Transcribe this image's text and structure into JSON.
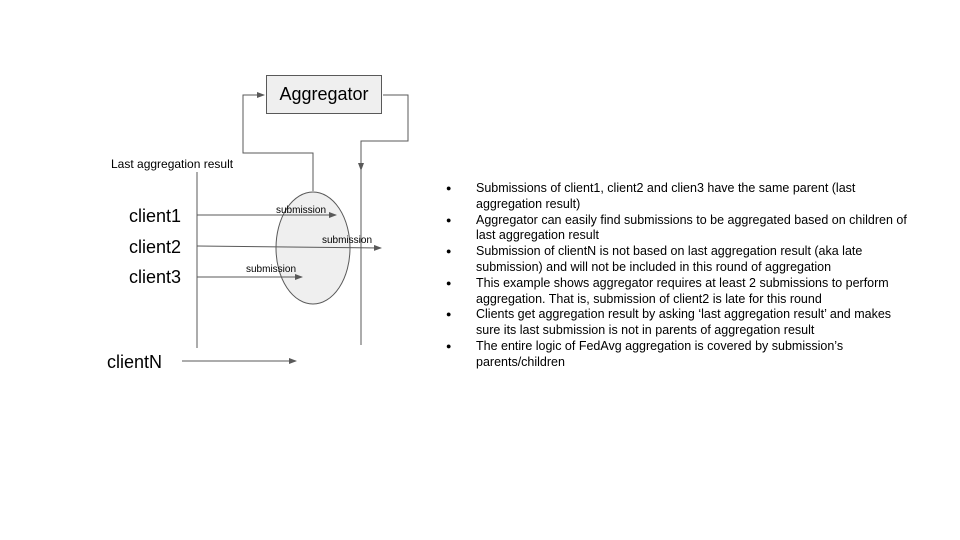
{
  "diagram": {
    "aggregator_label": "Aggregator",
    "last_aggregation_result_label": "Last aggregation result",
    "clients": [
      "client1",
      "client2",
      "client3",
      "clientN"
    ],
    "submission_labels": [
      "submission",
      "submission",
      "submission"
    ]
  },
  "notes": {
    "bullets": [
      "Submissions of client1, client2 and clien3 have the same parent (last aggregation result)",
      "Aggregator can easily find submissions to be aggregated based on children of last aggregation result",
      "Submission of clientN is not based on last aggregation result (aka late submission) and will not be included in this round of aggregation",
      "This example shows aggregator requires at least 2 submissions to perform aggregation.  That is, submission of client2 is late for this round",
      "Clients get aggregation result by asking ‘last aggregation result’ and makes sure its last submission is not in parents of aggregation result",
      "The entire logic of FedAvg aggregation is covered by submission’s parents/children"
    ]
  },
  "colors": {
    "line": "#595959",
    "ellipse_fill": "#efefef",
    "box_fill": "#efefef"
  }
}
